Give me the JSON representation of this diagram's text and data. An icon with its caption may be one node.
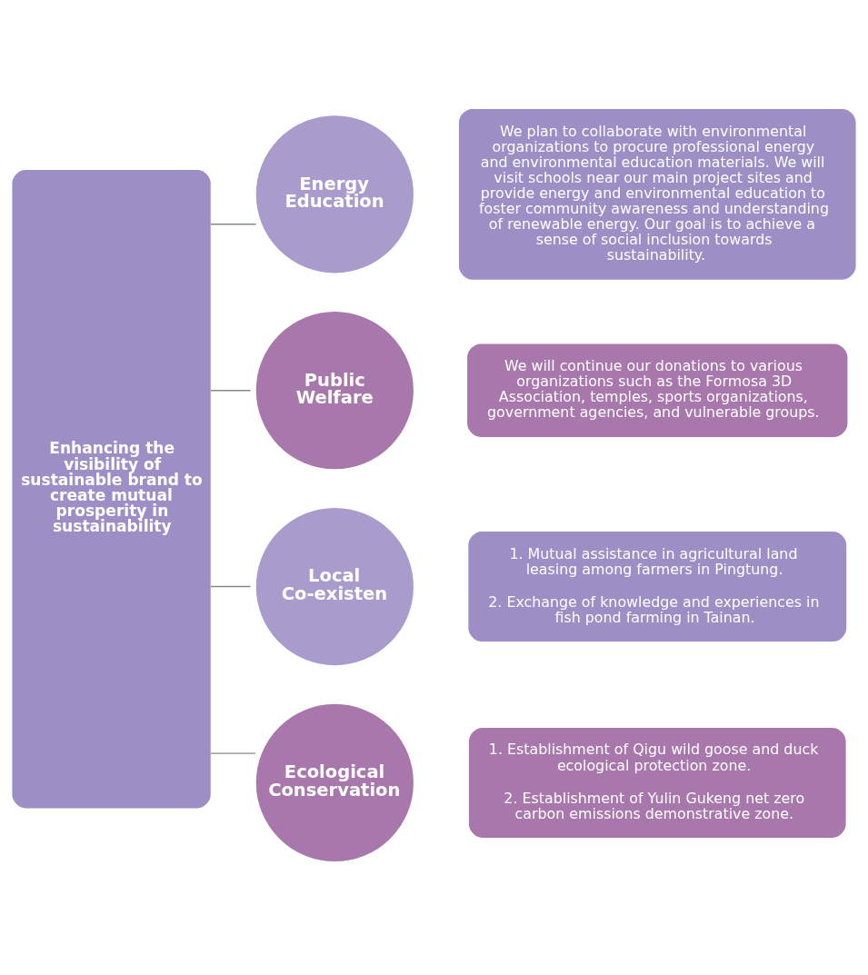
{
  "diagram": {
    "nodes": [
      {
        "text": [
          "Enhancing the visibility of sustainable brand to create mutual prosperity in sustainability"
        ]
      },
      {
        "text": [
          "Energy Education"
        ]
      },
      {
        "text": [
          "We plan to collaborate with environmental organizations to procure professional energy and environmental education materials. We will visit schools near our main project sites and provide energy and environmental education to foster community awareness and understanding of renewable energy. Our goal is to achieve a sense of social inclusion towards sustainability."
        ]
      },
      {
        "text": [
          "Public Welfare"
        ]
      },
      {
        "text": [
          "We will continue our donations to various organizations such as the Formosa 3D Association, temples, sports organizations, government agencies, and vulnerable groups."
        ]
      },
      {
        "text": [
          "Local Co-existen"
        ]
      },
      {
        "text": [
          "1. Mutual assistance in agricultural land leasing among farmers in Pingtung.",
          "2. Exchange of knowledge and experiences in fish pond farming in Tainan."
        ]
      },
      {
        "text": [
          "Ecological Conservation"
        ]
      },
      {
        "text": [
          "1. Establishment of Qigu wild goose and duck ecological protection zone.",
          "2. Establishment of Yulin Gukeng net zero carbon emissions demonstrative zone."
        ]
      }
    ],
    "edges": [
      {
        "from": 0,
        "to": 1,
        "arrow": "none"
      },
      {
        "from": 0,
        "to": 3,
        "arrow": "none"
      },
      {
        "from": 0,
        "to": 5,
        "arrow": "none"
      },
      {
        "from": 0,
        "to": 7,
        "arrow": "none"
      }
    ]
  }
}
